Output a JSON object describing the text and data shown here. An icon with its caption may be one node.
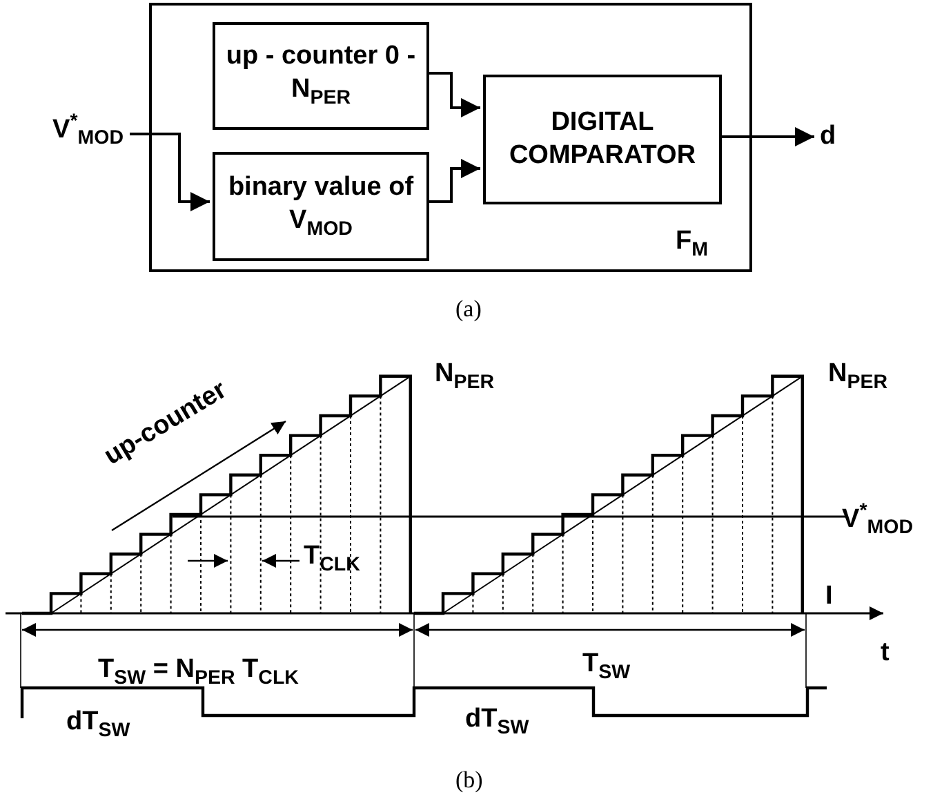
{
  "diagram": {
    "nodes": [
      {
        "text": [
          "F$_{M}$"
        ]
      },
      {
        "text": [
          "up - counter 0 - N$_{PER}$"
        ],
        "in": 0
      },
      {
        "text": [
          "binary value of V$_{MOD}$"
        ],
        "in": 0
      },
      {
        "text": [
          "DIGITAL COMPARATOR"
        ],
        "in": 0
      },
      {
        "text": [
          "V$^{*}$$_{MOD}$"
        ]
      },
      {
        "text": [
          "d"
        ]
      }
    ],
    "edges": [
      {
        "from": 4,
        "to": 2,
        "arrow": "to"
      },
      {
        "from": 1,
        "to": 3,
        "arrow": "to"
      },
      {
        "from": 2,
        "to": 3,
        "arrow": "to"
      },
      {
        "from": 3,
        "to": 5,
        "arrow": "to"
      }
    ],
    "labels": [
      "(a)",
      "N$_{PER}$",
      "N$_{PER}$",
      "up-counter",
      "V$^{*}$$_{MOD}$",
      "T$_{CLK}$",
      "I",
      "t",
      "T$_{SW}$ = N$_{PER}$ T$_{CLK}$",
      "T$_{SW}$",
      "dT$_{SW}$",
      "dT$_{SW}$",
      "(b)"
    ]
  }
}
